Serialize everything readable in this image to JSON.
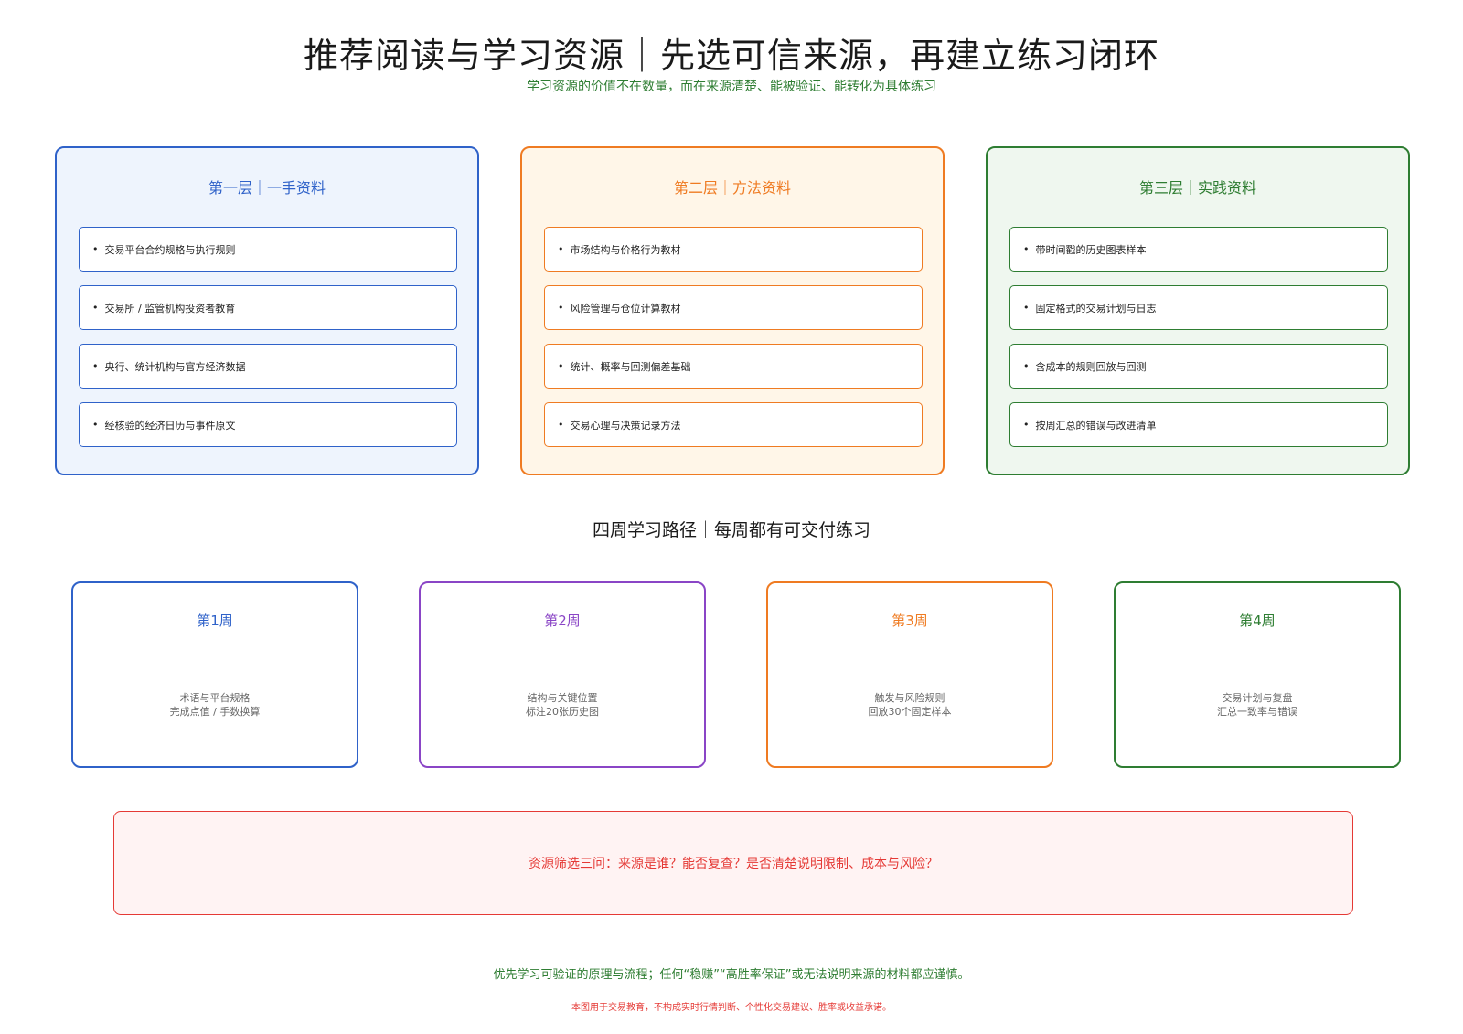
{
  "title": "推荐阅读与学习资源｜先选可信来源，再建立练习闭环",
  "subtitle": "学习资源的价值不在数量，而在来源清楚、能被验证、能转化为具体练习",
  "layers": [
    {
      "title": "第一层｜一手资料",
      "color": "#2f62c9",
      "bg": "#eef4fd",
      "items": [
        "交易平台合约规格与执行规则",
        "交易所 / 监管机构投资者教育",
        "央行、统计机构与官方经济数据",
        "经核验的经济日历与事件原文"
      ]
    },
    {
      "title": "第二层｜方法资料",
      "color": "#ef7b22",
      "bg": "#fff6e8",
      "items": [
        "市场结构与价格行为教材",
        "风险管理与仓位计算教材",
        "统计、概率与回测偏差基础",
        "交易心理与决策记录方法"
      ]
    },
    {
      "title": "第三层｜实践资料",
      "color": "#2e7d32",
      "bg": "#eff7ef",
      "items": [
        "带时间戳的历史图表样本",
        "固定格式的交易计划与日志",
        "含成本的规则回放与回测",
        "按周汇总的错误与改进清单"
      ]
    }
  ],
  "path_title": "四周学习路径｜每周都有可交付练习",
  "weeks": [
    {
      "title": "第1周",
      "color": "#2f62c9",
      "line1": "术语与平台规格",
      "line2": "完成点值 / 手数换算"
    },
    {
      "title": "第2周",
      "color": "#8a45c6",
      "line1": "结构与关键位置",
      "line2": "标注20张历史图"
    },
    {
      "title": "第3周",
      "color": "#ef7b22",
      "line1": "触发与风险规则",
      "line2": "回放30个固定样本"
    },
    {
      "title": "第4周",
      "color": "#2e7d32",
      "line1": "交易计划与复盘",
      "line2": "汇总一致率与错误"
    }
  ],
  "screening_questions": "资源筛选三问：来源是谁？能否复查？是否清楚说明限制、成本与风险？",
  "note": "优先学习可验证的原理与流程；任何“稳赚”“高胜率保证”或无法说明来源的材料都应谨慎。",
  "disclaimer": "本图用于交易教育，不构成实时行情判断、个性化交易建议、胜率或收益承诺。",
  "colors": {
    "title_text": "#1a1a1a",
    "subtitle_green": "#2e7d32",
    "warning_red": "#e53935",
    "warning_bg": "#fff3f3"
  }
}
